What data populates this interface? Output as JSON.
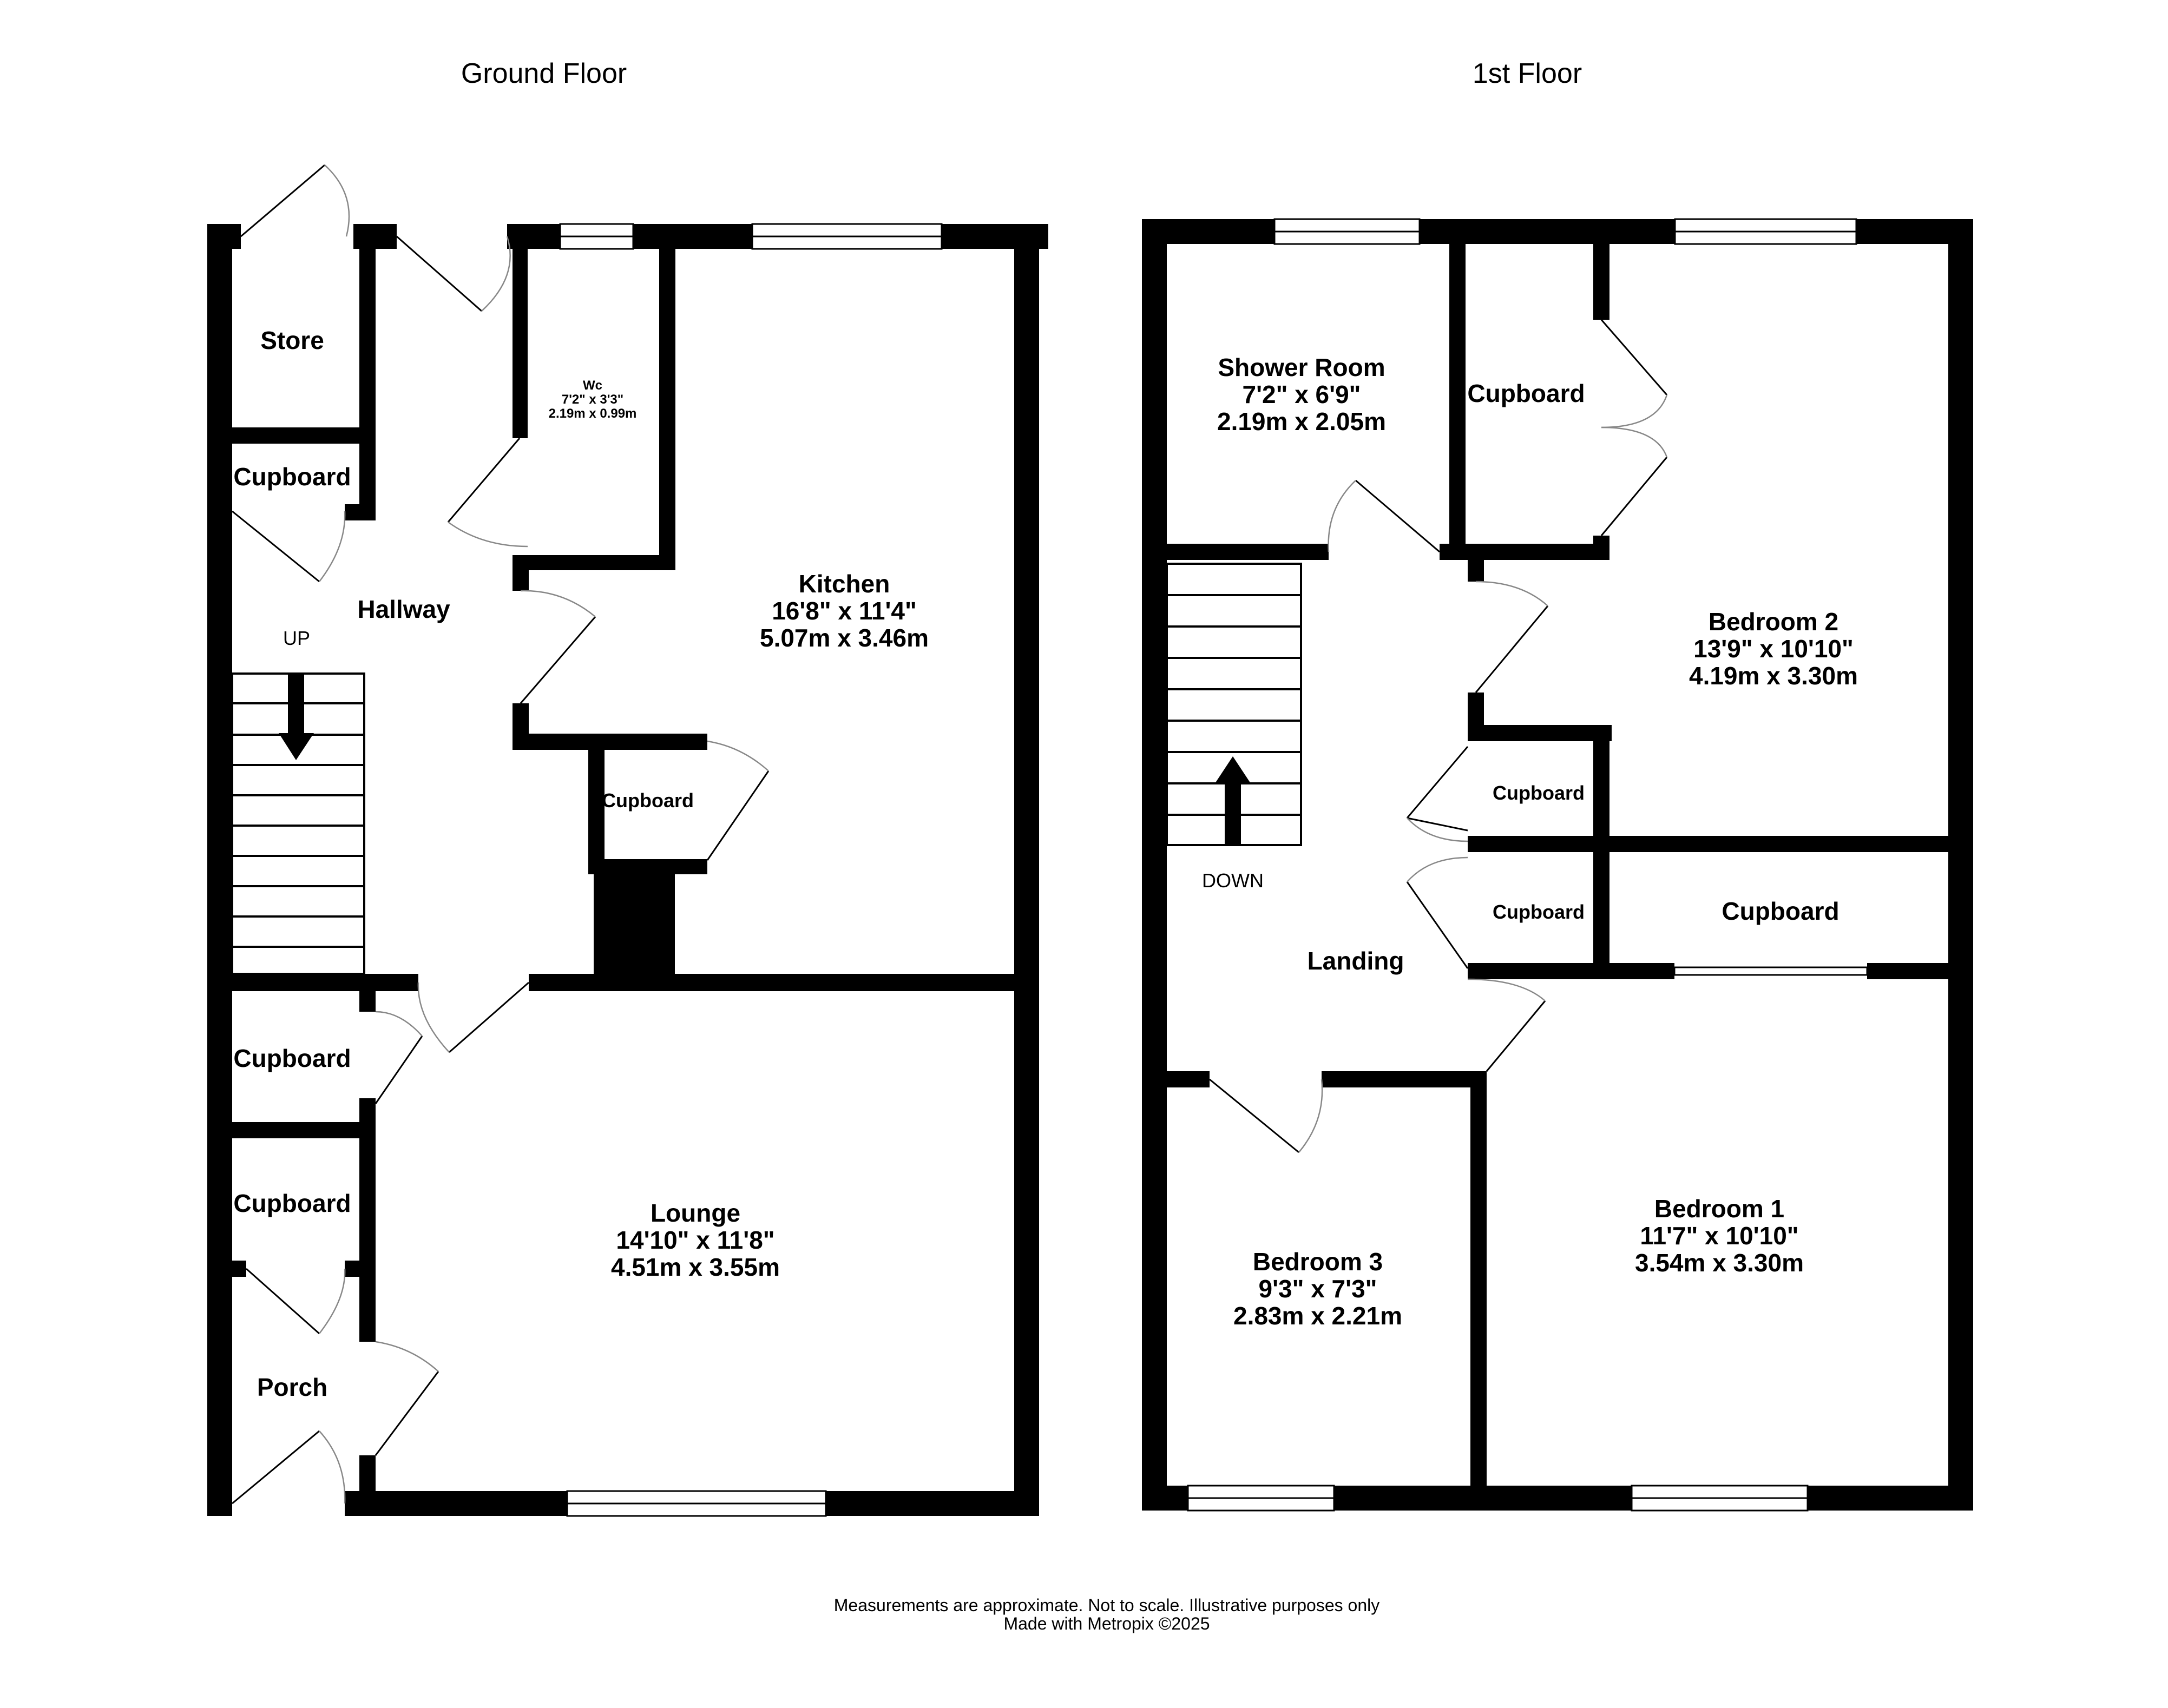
{
  "floors": {
    "ground": {
      "title": "Ground Floor",
      "rooms": {
        "store": {
          "name": "Store"
        },
        "cupboard_top": {
          "name": "Cupboard"
        },
        "hallway": {
          "name": "Hallway"
        },
        "wc": {
          "name": "Wc",
          "dim_imperial": "7'2\"  x 3'3\"",
          "dim_metric": "2.19m  x 0.99m"
        },
        "kitchen": {
          "name": "Kitchen",
          "dim_imperial": "16'8\"  x 11'4\"",
          "dim_metric": "5.07m  x 3.46m"
        },
        "kitchen_cupboard": {
          "name": "Cupboard"
        },
        "cupboard_mid": {
          "name": "Cupboard"
        },
        "cupboard_low": {
          "name": "Cupboard"
        },
        "porch": {
          "name": "Porch"
        },
        "lounge": {
          "name": "Lounge",
          "dim_imperial": "14'10\"  x 11'8\"",
          "dim_metric": "4.51m  x 3.55m"
        }
      },
      "stairs_label": "UP"
    },
    "first": {
      "title": "1st Floor",
      "rooms": {
        "shower": {
          "name": "Shower Room",
          "dim_imperial": "7'2\"  x 6'9\"",
          "dim_metric": "2.19m  x 2.05m"
        },
        "cupboard_top": {
          "name": "Cupboard"
        },
        "bedroom2": {
          "name": "Bedroom 2",
          "dim_imperial": "13'9\"  x 10'10\"",
          "dim_metric": "4.19m  x 3.30m"
        },
        "cupboard_a": {
          "name": "Cupboard"
        },
        "cupboard_b": {
          "name": "Cupboard"
        },
        "cupboard_c": {
          "name": "Cupboard"
        },
        "landing": {
          "name": "Landing"
        },
        "bedroom3": {
          "name": "Bedroom 3",
          "dim_imperial": "9'3\"  x 7'3\"",
          "dim_metric": "2.83m  x 2.21m"
        },
        "bedroom1": {
          "name": "Bedroom 1",
          "dim_imperial": "11'7\"  x 10'10\"",
          "dim_metric": "3.54m  x 3.30m"
        }
      },
      "stairs_label": "DOWN"
    }
  },
  "footer": {
    "line1": "Measurements are approximate.  Not to scale.  Illustrative purposes only",
    "line2": "Made with Metropix ©2025"
  }
}
